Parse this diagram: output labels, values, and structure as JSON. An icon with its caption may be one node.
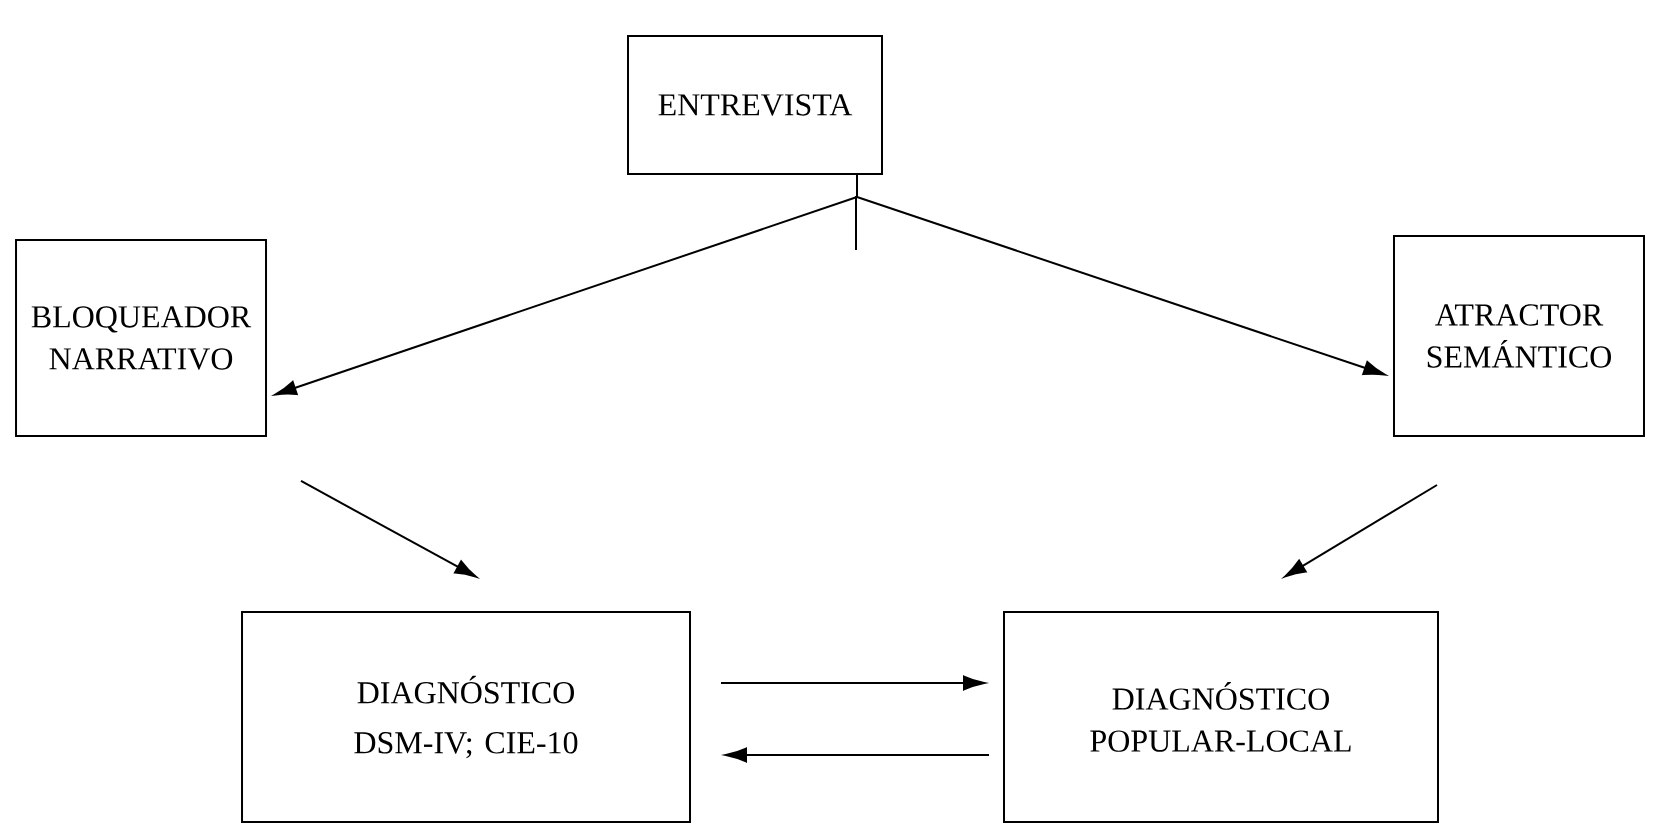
{
  "diagram": {
    "nodes": [
      {
        "text": [
          "ENTREVISTA"
        ]
      },
      {
        "text": [
          "BLOQUEADOR NARRATIVO"
        ]
      },
      {
        "text": [
          "ATRACTOR SEMÁNTICO"
        ]
      },
      {
        "text": [
          "DIAGNÓSTICO",
          "DSM-IV; CIE-10"
        ]
      },
      {
        "text": [
          "DIAGNÓSTICO POPULAR-LOCAL"
        ]
      }
    ],
    "edges": [
      {
        "from": 0,
        "to": 1,
        "arrow": "to"
      },
      {
        "from": 0,
        "to": 2,
        "arrow": "to"
      },
      {
        "from": 1,
        "to": 3,
        "arrow": "to"
      },
      {
        "from": 2,
        "to": 4,
        "arrow": "to"
      },
      {
        "from": 3,
        "to": 4,
        "arrow": "to"
      },
      {
        "from": 4,
        "to": 3,
        "arrow": "to"
      }
    ]
  }
}
